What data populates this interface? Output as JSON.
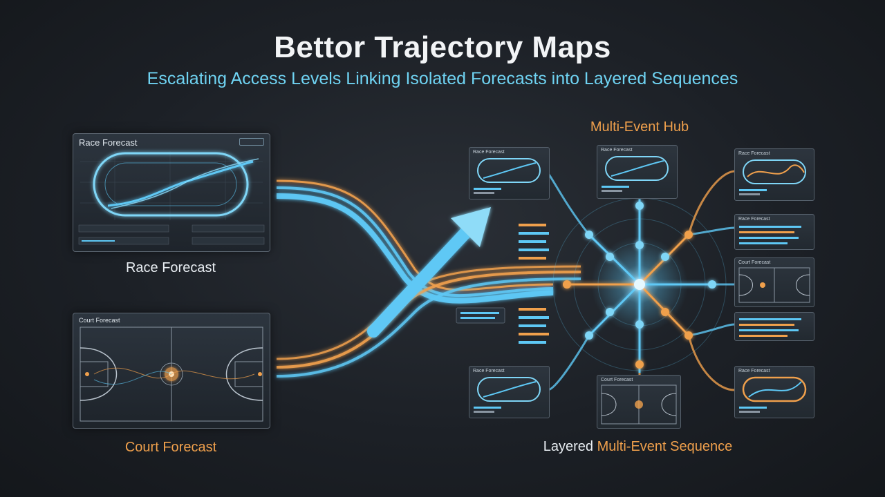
{
  "header": {
    "title": "Bettor Trajectory Maps",
    "subtitle": "Escalating Access Levels Linking Isolated Forecasts into Layered Sequences"
  },
  "left_panels": {
    "race": {
      "panel_title": "Race Forecast",
      "caption": "Race Forecast"
    },
    "court": {
      "panel_title": "Court Forecast",
      "caption": "Court Forecast"
    }
  },
  "hub": {
    "label": "Multi-Event Hub"
  },
  "sequence_caption": {
    "prefix": "Layered ",
    "highlight": "Multi-Event Sequence"
  },
  "mini_cards": {
    "race_label": "Race Forecast",
    "court_label": "Court Forecast"
  },
  "colors": {
    "accent_blue": "#5ec8f5",
    "accent_orange": "#f0a04c",
    "text_light": "#e8edf2",
    "background": "#1c2026"
  },
  "icons": [
    "arrow-up-right-icon",
    "hub-node-icon",
    "oval-track-icon",
    "basketball-court-icon"
  ]
}
